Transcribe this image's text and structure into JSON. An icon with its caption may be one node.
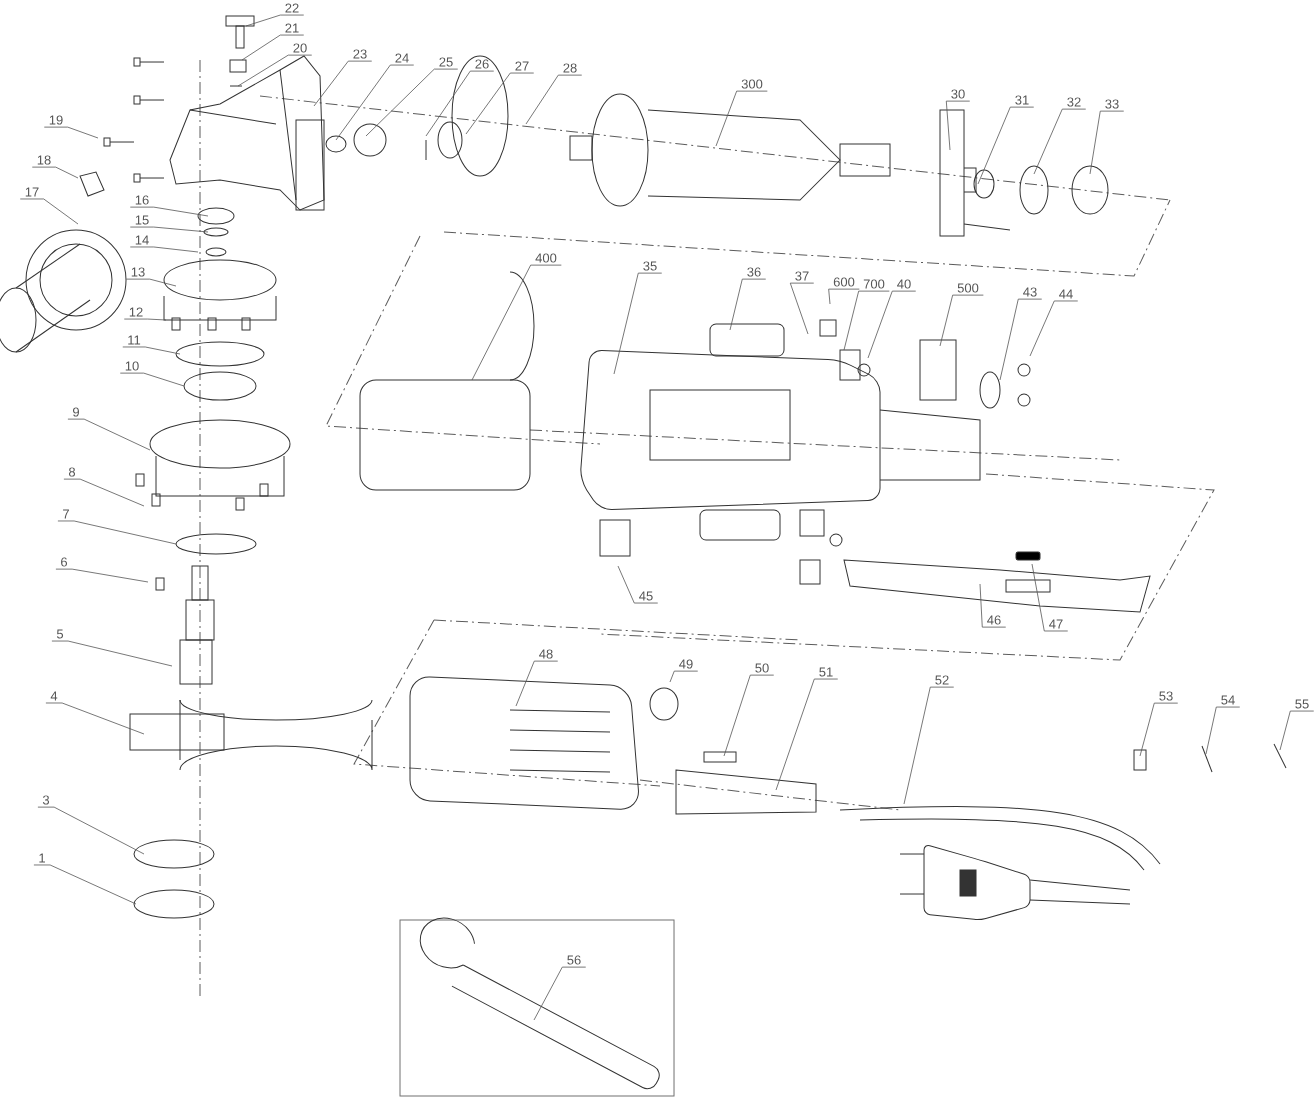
{
  "diagram": {
    "nodes": [
      {
        "text": [
          "22"
        ]
      },
      {
        "text": [
          "21"
        ]
      },
      {
        "text": [
          "20"
        ]
      },
      {
        "text": [
          "23"
        ]
      },
      {
        "text": [
          "24"
        ]
      },
      {
        "text": [
          "25"
        ]
      },
      {
        "text": [
          "26"
        ]
      },
      {
        "text": [
          "27"
        ]
      },
      {
        "text": [
          "28"
        ]
      },
      {
        "text": [
          "19"
        ]
      },
      {
        "text": [
          "18"
        ]
      },
      {
        "text": [
          "17"
        ]
      },
      {
        "text": [
          "16"
        ]
      },
      {
        "text": [
          "15"
        ]
      },
      {
        "text": [
          "300"
        ]
      },
      {
        "text": [
          "30"
        ]
      },
      {
        "text": [
          "31"
        ]
      },
      {
        "text": [
          "32"
        ]
      },
      {
        "text": [
          "33"
        ]
      },
      {
        "text": [
          "14"
        ]
      },
      {
        "text": [
          "13"
        ]
      },
      {
        "text": [
          "400"
        ]
      },
      {
        "text": [
          "35"
        ]
      },
      {
        "text": [
          "36"
        ]
      },
      {
        "text": [
          "37"
        ]
      },
      {
        "text": [
          "600"
        ]
      },
      {
        "text": [
          "700"
        ]
      },
      {
        "text": [
          "40"
        ]
      },
      {
        "text": [
          "500"
        ]
      },
      {
        "text": [
          "43"
        ]
      },
      {
        "text": [
          "44"
        ]
      },
      {
        "text": [
          "12"
        ]
      },
      {
        "text": [
          "11"
        ]
      },
      {
        "text": [
          "10"
        ]
      },
      {
        "text": [
          "9"
        ]
      },
      {
        "text": [
          "8"
        ]
      },
      {
        "text": [
          "7"
        ]
      },
      {
        "text": [
          "6"
        ]
      },
      {
        "text": [
          "45"
        ]
      },
      {
        "text": [
          "46"
        ]
      },
      {
        "text": [
          "47"
        ]
      },
      {
        "text": [
          "5"
        ]
      },
      {
        "text": [
          "48"
        ]
      },
      {
        "text": [
          "49"
        ]
      },
      {
        "text": [
          "50"
        ]
      },
      {
        "text": [
          "51"
        ]
      },
      {
        "text": [
          "52"
        ]
      },
      {
        "text": [
          "53"
        ]
      },
      {
        "text": [
          "54"
        ]
      },
      {
        "text": [
          "55"
        ]
      },
      {
        "text": [
          "4"
        ]
      },
      {
        "text": [
          "3"
        ]
      },
      {
        "text": [
          "1"
        ]
      },
      {
        "text": [
          "56"
        ]
      }
    ],
    "edges": [
      {
        "from": 0,
        "to": null,
        "arrow": "none"
      },
      {
        "from": 1,
        "to": null,
        "arrow": "none"
      },
      {
        "from": 2,
        "to": null,
        "arrow": "none"
      },
      {
        "from": 3,
        "to": null,
        "arrow": "none"
      },
      {
        "from": 4,
        "to": null,
        "arrow": "none"
      },
      {
        "from": 5,
        "to": null,
        "arrow": "none"
      },
      {
        "from": 6,
        "to": null,
        "arrow": "none"
      },
      {
        "from": 7,
        "to": null,
        "arrow": "none"
      },
      {
        "from": 8,
        "to": null,
        "arrow": "none"
      },
      {
        "from": 9,
        "to": null,
        "arrow": "none"
      },
      {
        "from": 10,
        "to": null,
        "arrow": "none"
      },
      {
        "from": 11,
        "to": null,
        "arrow": "none"
      },
      {
        "from": 12,
        "to": null,
        "arrow": "none"
      },
      {
        "from": 13,
        "to": null,
        "arrow": "none"
      },
      {
        "from": 14,
        "to": null,
        "arrow": "none"
      },
      {
        "from": 15,
        "to": null,
        "arrow": "none"
      },
      {
        "from": 16,
        "to": null,
        "arrow": "none"
      },
      {
        "from": 17,
        "to": null,
        "arrow": "none"
      },
      {
        "from": 18,
        "to": null,
        "arrow": "none"
      },
      {
        "from": 19,
        "to": null,
        "arrow": "none"
      },
      {
        "from": 20,
        "to": null,
        "arrow": "none"
      },
      {
        "from": 21,
        "to": null,
        "arrow": "none"
      },
      {
        "from": 22,
        "to": null,
        "arrow": "none"
      },
      {
        "from": 23,
        "to": null,
        "arrow": "none"
      },
      {
        "from": 24,
        "to": null,
        "arrow": "none"
      },
      {
        "from": 25,
        "to": null,
        "arrow": "none"
      },
      {
        "from": 26,
        "to": null,
        "arrow": "none"
      },
      {
        "from": 27,
        "to": null,
        "arrow": "none"
      },
      {
        "from": 28,
        "to": null,
        "arrow": "none"
      },
      {
        "from": 29,
        "to": null,
        "arrow": "none"
      },
      {
        "from": 30,
        "to": null,
        "arrow": "none"
      },
      {
        "from": 31,
        "to": null,
        "arrow": "none"
      },
      {
        "from": 32,
        "to": null,
        "arrow": "none"
      },
      {
        "from": 33,
        "to": null,
        "arrow": "none"
      },
      {
        "from": 34,
        "to": null,
        "arrow": "none"
      },
      {
        "from": 35,
        "to": null,
        "arrow": "none"
      },
      {
        "from": 36,
        "to": null,
        "arrow": "none"
      },
      {
        "from": 37,
        "to": null,
        "arrow": "none"
      },
      {
        "from": 38,
        "to": null,
        "arrow": "none"
      },
      {
        "from": 39,
        "to": null,
        "arrow": "none"
      },
      {
        "from": 40,
        "to": null,
        "arrow": "none"
      },
      {
        "from": 41,
        "to": null,
        "arrow": "none"
      },
      {
        "from": 42,
        "to": null,
        "arrow": "none"
      },
      {
        "from": 43,
        "to": null,
        "arrow": "none"
      },
      {
        "from": 44,
        "to": null,
        "arrow": "none"
      },
      {
        "from": 45,
        "to": null,
        "arrow": "none"
      },
      {
        "from": 46,
        "to": null,
        "arrow": "none"
      },
      {
        "from": 47,
        "to": null,
        "arrow": "none"
      },
      {
        "from": 48,
        "to": null,
        "arrow": "none"
      },
      {
        "from": 49,
        "to": null,
        "arrow": "none"
      },
      {
        "from": 50,
        "to": null,
        "arrow": "none"
      },
      {
        "from": 51,
        "to": null,
        "arrow": "none"
      },
      {
        "from": 52,
        "to": null,
        "arrow": "none"
      },
      {
        "from": 53,
        "to": null,
        "arrow": "none"
      }
    ]
  }
}
